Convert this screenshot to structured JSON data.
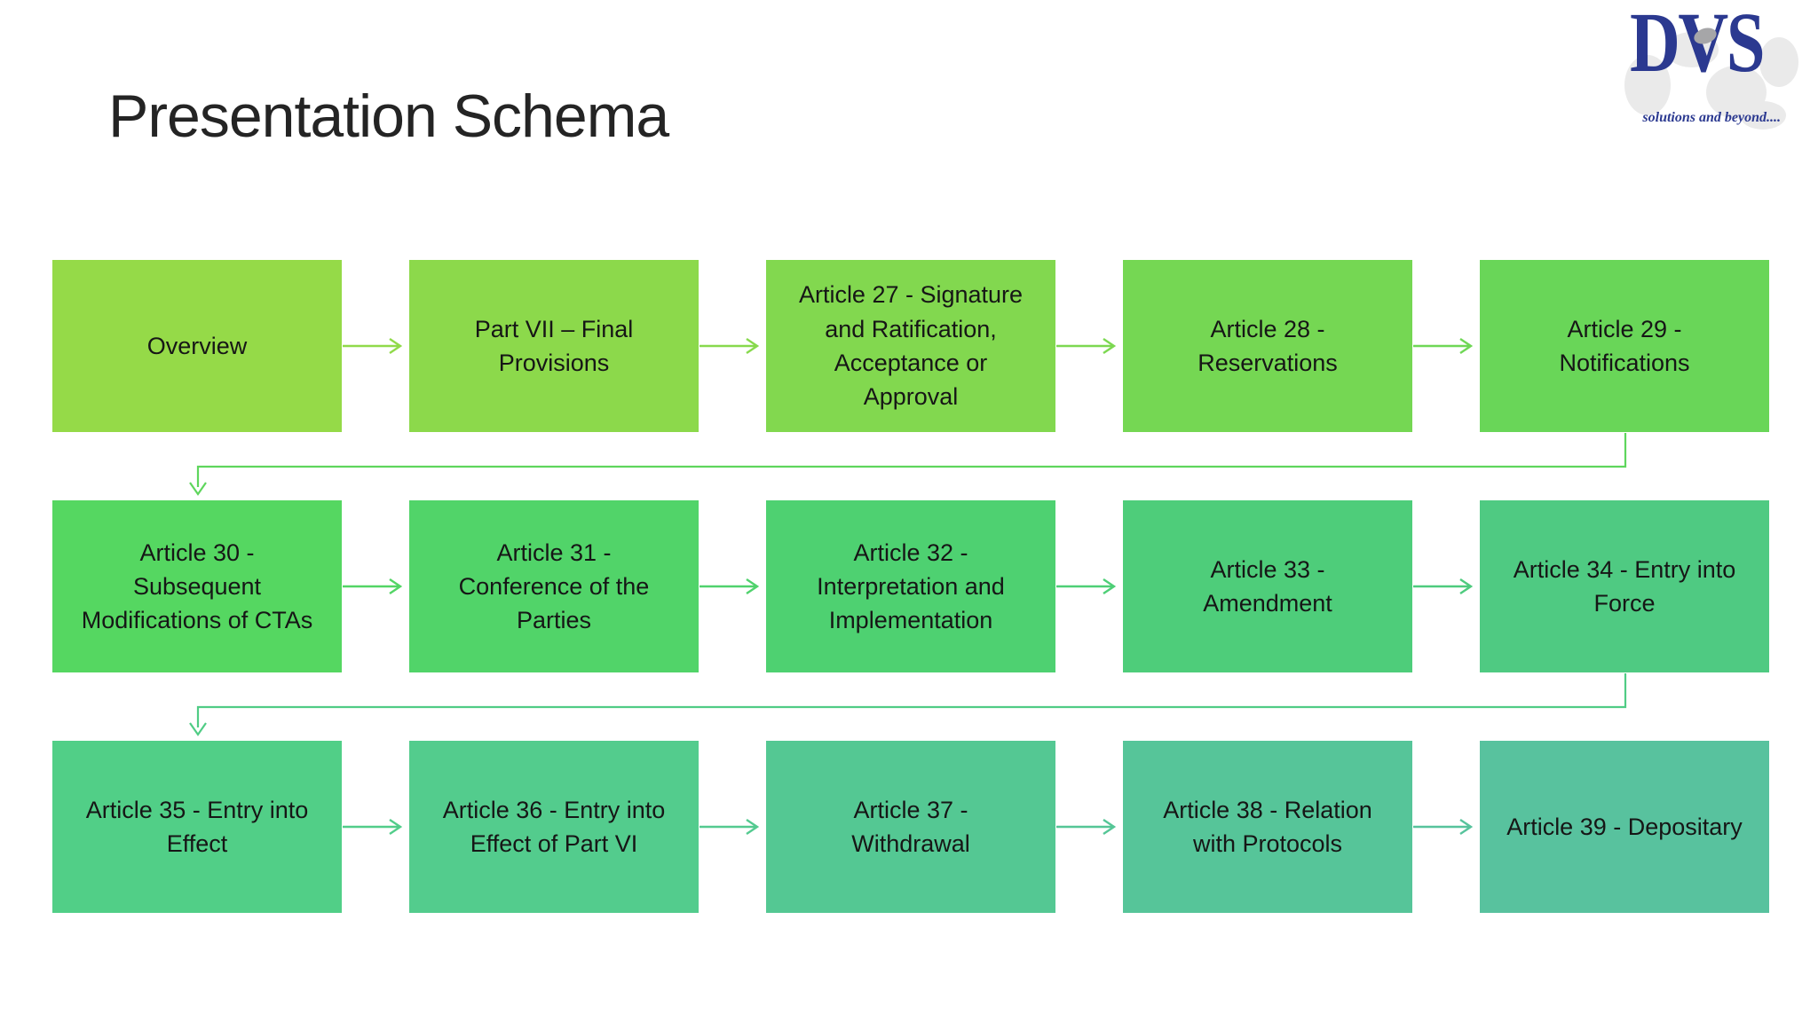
{
  "slide": {
    "title": "Presentation Schema"
  },
  "logo": {
    "text": "DVS",
    "tagline": "solutions and beyond....",
    "brand_color": "#2b3990",
    "dot_color": "#a6a6a8",
    "map_color": "#d9d9d9"
  },
  "flow": {
    "text_color": "#161616",
    "rows": [
      {
        "boxes": [
          {
            "label": "Overview",
            "color": "#95da48"
          },
          {
            "label": "Part VII – Final Provisions",
            "color": "#8cd94b"
          },
          {
            "label": "Article 27 - Signature and Ratification, Acceptance or Approval",
            "color": "#82d84f"
          },
          {
            "label": "Article 28 - Reservations",
            "color": "#75d753"
          },
          {
            "label": "Article 29 - Notifications",
            "color": "#69d658"
          }
        ],
        "arrows": [
          "#90da4a",
          "#87d94d",
          "#7cd851",
          "#6fd756"
        ]
      },
      {
        "boxes": [
          {
            "label": "Article 30 - Subsequent Modifications of CTAs",
            "color": "#55d761"
          },
          {
            "label": "Article 31 - Conference of the Parties",
            "color": "#51d469"
          },
          {
            "label": "Article 32 - Interpretation and Implementation",
            "color": "#4ed171"
          },
          {
            "label": "Article 33 - Amendment",
            "color": "#4ecd7a"
          },
          {
            "label": "Article 34 - Entry into Force",
            "color": "#4fca82"
          }
        ],
        "arrows": [
          "#53d565",
          "#50d26d",
          "#4ecf76",
          "#4ecb7e"
        ]
      },
      {
        "boxes": [
          {
            "label": "Article 35 - Entry into Effect",
            "color": "#51cf87"
          },
          {
            "label": "Article 36 - Entry into Effect of Part VI",
            "color": "#53cc8d"
          },
          {
            "label": "Article 37 - Withdrawal",
            "color": "#54c893"
          },
          {
            "label": "Article 38 - Relation with Protocols",
            "color": "#56c599"
          },
          {
            "label": "Article 39 - Depositary",
            "color": "#58c29e"
          }
        ],
        "arrows": [
          "#52cd8a",
          "#54ca90",
          "#55c696",
          "#57c39c"
        ]
      }
    ],
    "connectors": [
      {
        "from": "Article 29 - Notifications",
        "to": "Article 30 - Subsequent Modifications of CTAs",
        "color": "#5fd65d"
      },
      {
        "from": "Article 34 - Entry into Force",
        "to": "Article 35 - Entry into Effect",
        "color": "#50cc85"
      }
    ]
  }
}
